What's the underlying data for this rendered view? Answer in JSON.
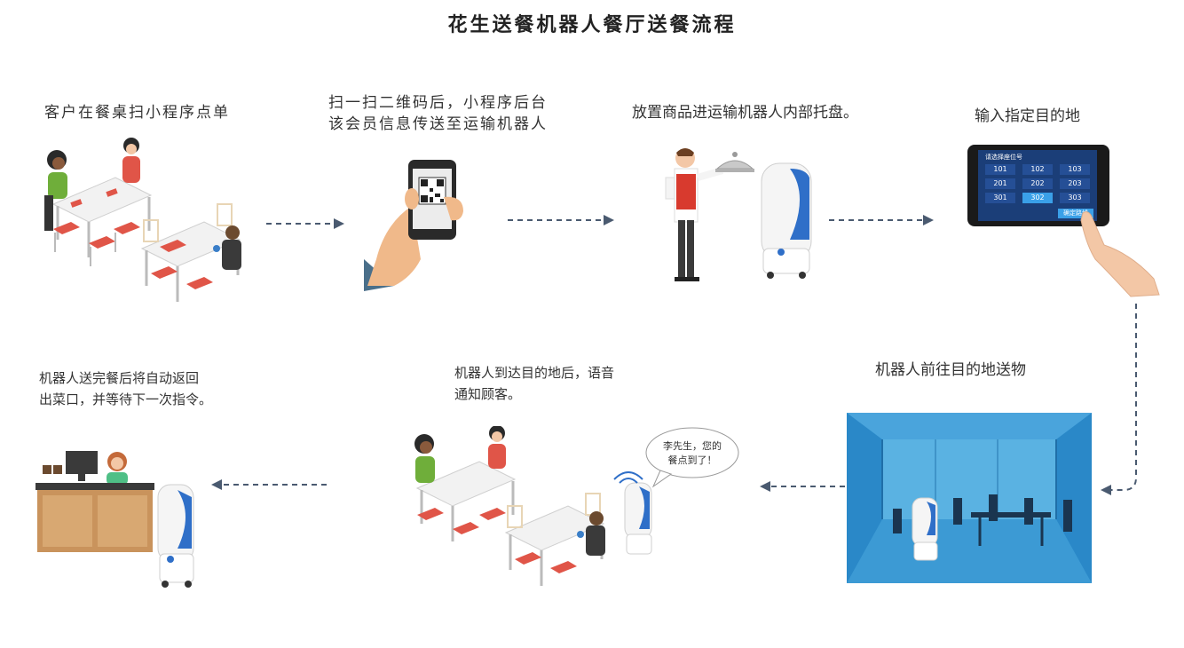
{
  "title": "花生送餐机器人餐厅送餐流程",
  "steps": [
    {
      "text": "客户在餐桌扫小程序点单"
    },
    {
      "line1": "扫一扫二维码后，小程序后台",
      "line2": "该会员信息传送至运输机器人"
    },
    {
      "text": "放置商品进运输机器人内部托盘。"
    },
    {
      "text": "输入指定目的地"
    },
    {
      "text": "机器人前往目的地送物"
    },
    {
      "line1": "机器人到达目的地后，语音",
      "line2": "通知顾客。"
    },
    {
      "line1": "机器人送完餐后将自动返回",
      "line2": "出菜口，并等待下一次指令。"
    }
  ],
  "tablet": {
    "header": "请选择座位号",
    "rows": [
      [
        "101",
        "102",
        "103"
      ],
      [
        "201",
        "202",
        "203"
      ],
      [
        "301",
        "302",
        "303"
      ]
    ],
    "selected": "302",
    "confirm": "确定路线"
  },
  "speech_bubble": {
    "line1": "李先生，您的",
    "line2": "餐点到了！"
  },
  "colors": {
    "arrow": "#4a5a70",
    "chair": "#e05548",
    "robot_blue": "#2f6fc8",
    "room_blue": "#2a88c8"
  }
}
